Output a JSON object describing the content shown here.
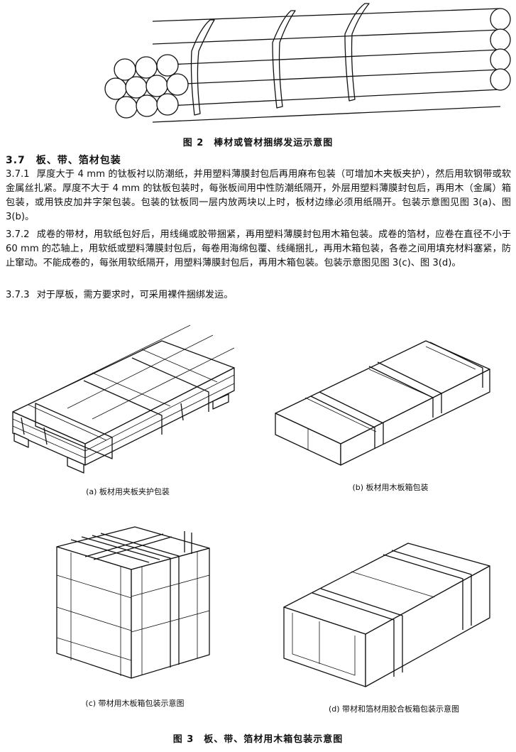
{
  "figure2": {
    "caption": "图 2　棒材或管材捆绑发运示意图"
  },
  "section": {
    "heading": "3.7　板、带、箔材包装"
  },
  "paragraphs": [
    {
      "num": "3.7.1",
      "text": "厚度大于 4 mm 的钛板衬以防潮纸，并用塑料薄膜封包后再用麻布包装（可增加木夹板夹护），然后用软钢带或软金属丝扎紧。厚度不大于 4 mm 的钛板包装时，每张板间用中性防潮纸隔开，外层用塑料薄膜封包后，再用木（金属）箱包装，或用铁皮加井字架包装。包装的钛板同一层内放两块以上时，板材边缘必须用纸隔开。包装示意图见图 3(a)、图 3(b)。"
    },
    {
      "num": "3.7.2",
      "text": "成卷的带材，用软纸包好后，用线绳或胶带捆紧，再用塑料薄膜封包用木箱包装。成卷的箔材，应卷在直径不小于 60 mm 的芯轴上，用软纸或塑料薄膜封包后，每卷用海绵包覆、线绳捆扎，再用木箱包装，各卷之间用填充材料塞紧，防止窜动。不能成卷的，每张用软纸隔开，用塑料薄膜封包后，再用木箱包装。包装示意图见图 3(c)、图 3(d)。"
    },
    {
      "num": "3.7.3",
      "text": "对于厚板，需方要求时，可采用裸件捆绑发运。"
    }
  ],
  "figure3": {
    "sub_a": "(a) 板材用夹板夹护包装",
    "sub_b": "(b) 板材用木板箱包装",
    "sub_c": "(c) 带材用木板箱包装示意图",
    "sub_d": "(d) 带材和箔材用胶合板箱包装示意图",
    "caption": "图 3　板、带、箔材用木箱包装示意图"
  }
}
